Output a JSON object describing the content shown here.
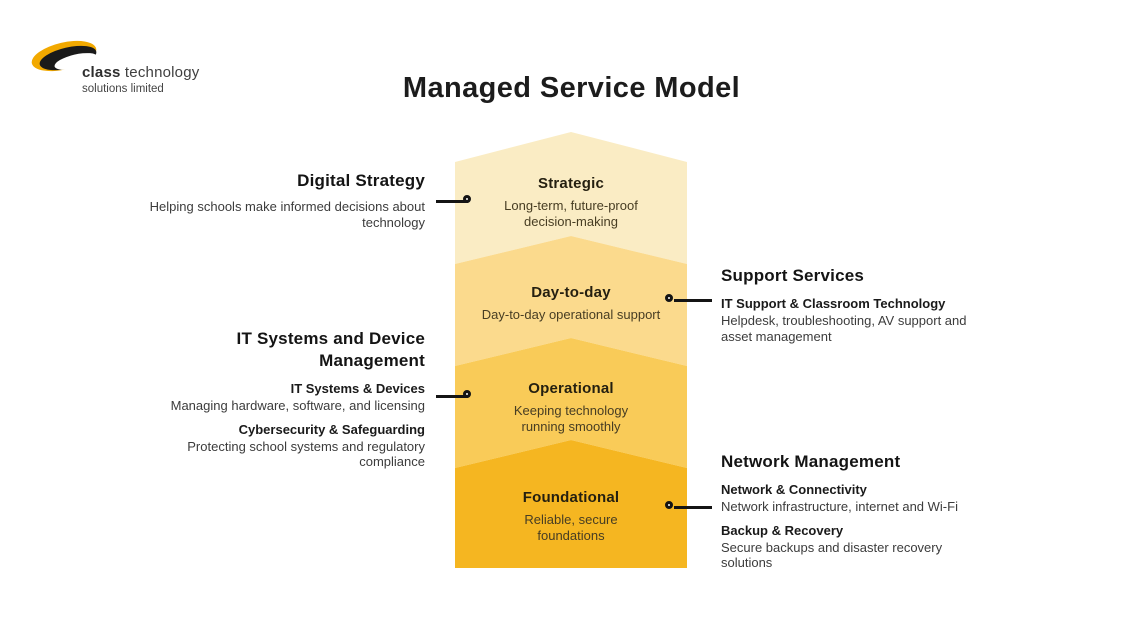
{
  "page": {
    "title": "Managed Service Model"
  },
  "logo": {
    "name_bold": "class",
    "name_rest": " technology",
    "subtitle": "solutions limited",
    "gold": "#F2A900",
    "black": "#1a1a1a"
  },
  "pyramid": {
    "layers": [
      {
        "label": "Strategic",
        "desc": "Long-term, future-proof decision-making",
        "color": "#FAECC4"
      },
      {
        "label": "Day-to-day",
        "desc": "Day-to-day operational support",
        "color": "#FBDA8D"
      },
      {
        "label": "Operational",
        "desc": "Keeping technology running smoothly",
        "color": "#F9CB58"
      },
      {
        "label": "Foundational",
        "desc": "Reliable, secure foundations",
        "color": "#F5B621"
      }
    ]
  },
  "annotations": {
    "left": [
      {
        "heading": "Digital Strategy",
        "items": [
          {
            "desc": "Helping schools make informed decisions about technology"
          }
        ]
      },
      {
        "heading": "IT Systems and Device Management",
        "items": [
          {
            "title": "IT Systems & Devices",
            "desc": "Managing hardware, software, and licensing"
          },
          {
            "title": "Cybersecurity & Safeguarding",
            "desc": "Protecting school systems and regulatory compliance"
          }
        ]
      }
    ],
    "right": [
      {
        "heading": "Support Services",
        "items": [
          {
            "title": "IT Support & Classroom Technology",
            "desc": "Helpdesk, troubleshooting, AV support and asset management"
          }
        ]
      },
      {
        "heading": "Network Management",
        "items": [
          {
            "title": "Network & Connectivity",
            "desc": "Network infrastructure, internet and Wi-Fi"
          },
          {
            "title": "Backup & Recovery",
            "desc": "Secure backups and disaster recovery solutions"
          }
        ]
      }
    ]
  },
  "colors": {
    "connector": "#141414",
    "text_dark": "#1a1a1a",
    "text_body": "#3c3c3c"
  }
}
